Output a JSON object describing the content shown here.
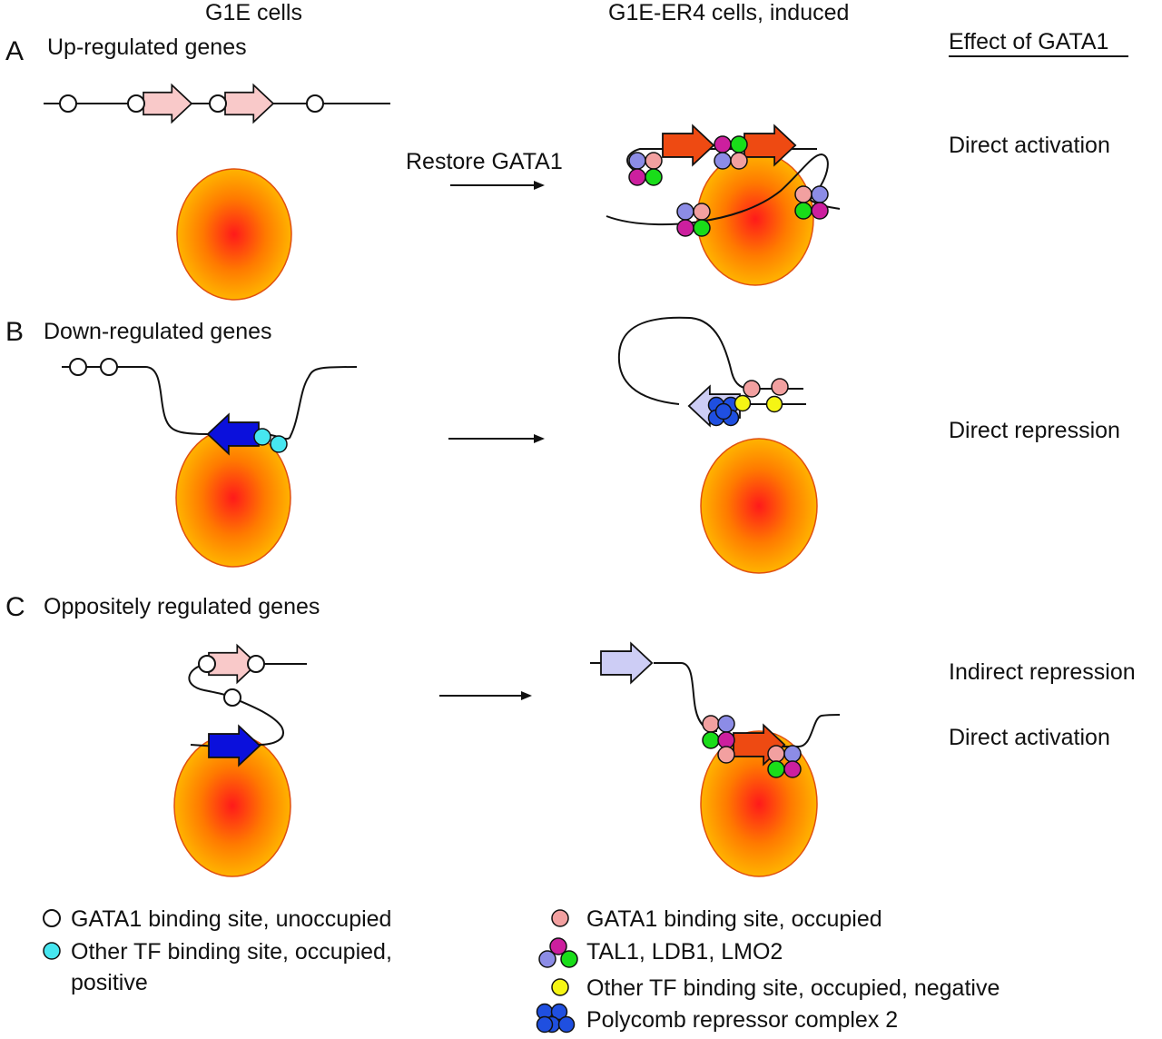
{
  "headers": {
    "left": "G1E cells",
    "right": "G1E-ER4 cells, induced",
    "effect": "Effect of GATA1"
  },
  "panels": [
    {
      "letter": "A",
      "title": "Up-regulated genes",
      "arrow_label": "Restore GATA1",
      "effects": [
        "Direct activation"
      ]
    },
    {
      "letter": "B",
      "title": "Down-regulated genes",
      "arrow_label": "",
      "effects": [
        "Direct repression"
      ]
    },
    {
      "letter": "C",
      "title": "Oppositely regulated genes",
      "arrow_label": "",
      "effects": [
        "Indirect repression",
        "Direct activation"
      ]
    }
  ],
  "legend": [
    {
      "label": "GATA1 binding site, unoccupied"
    },
    {
      "label": "Other TF binding site, occupied,"
    },
    {
      "label": "positive"
    },
    {
      "label": "GATA1 binding site, occupied"
    },
    {
      "label": "TAL1, LDB1, LMO2"
    },
    {
      "label": "Other TF binding site,  occupied, negative"
    },
    {
      "label": "Polycomb repressor complex 2"
    }
  ],
  "colors": {
    "unoccupied": "#ffffff",
    "positive_tf": "#46e6f0",
    "gata1_occupied": "#f2a0a0",
    "tal1": "#8c8ce6",
    "ldb1": "#cc1f9e",
    "lmo2": "#19dd19",
    "negative_tf": "#f5f514",
    "prc2": "#1f4fe0",
    "gene_inactive_pink": "#f9c9c9",
    "gene_active": "#ee4a12",
    "gene_repressed_lavender": "#cdcdf5",
    "gene_blue": "#0b10dc",
    "factory_center": "#ff1a1a",
    "factory_edge": "#ffb300"
  }
}
